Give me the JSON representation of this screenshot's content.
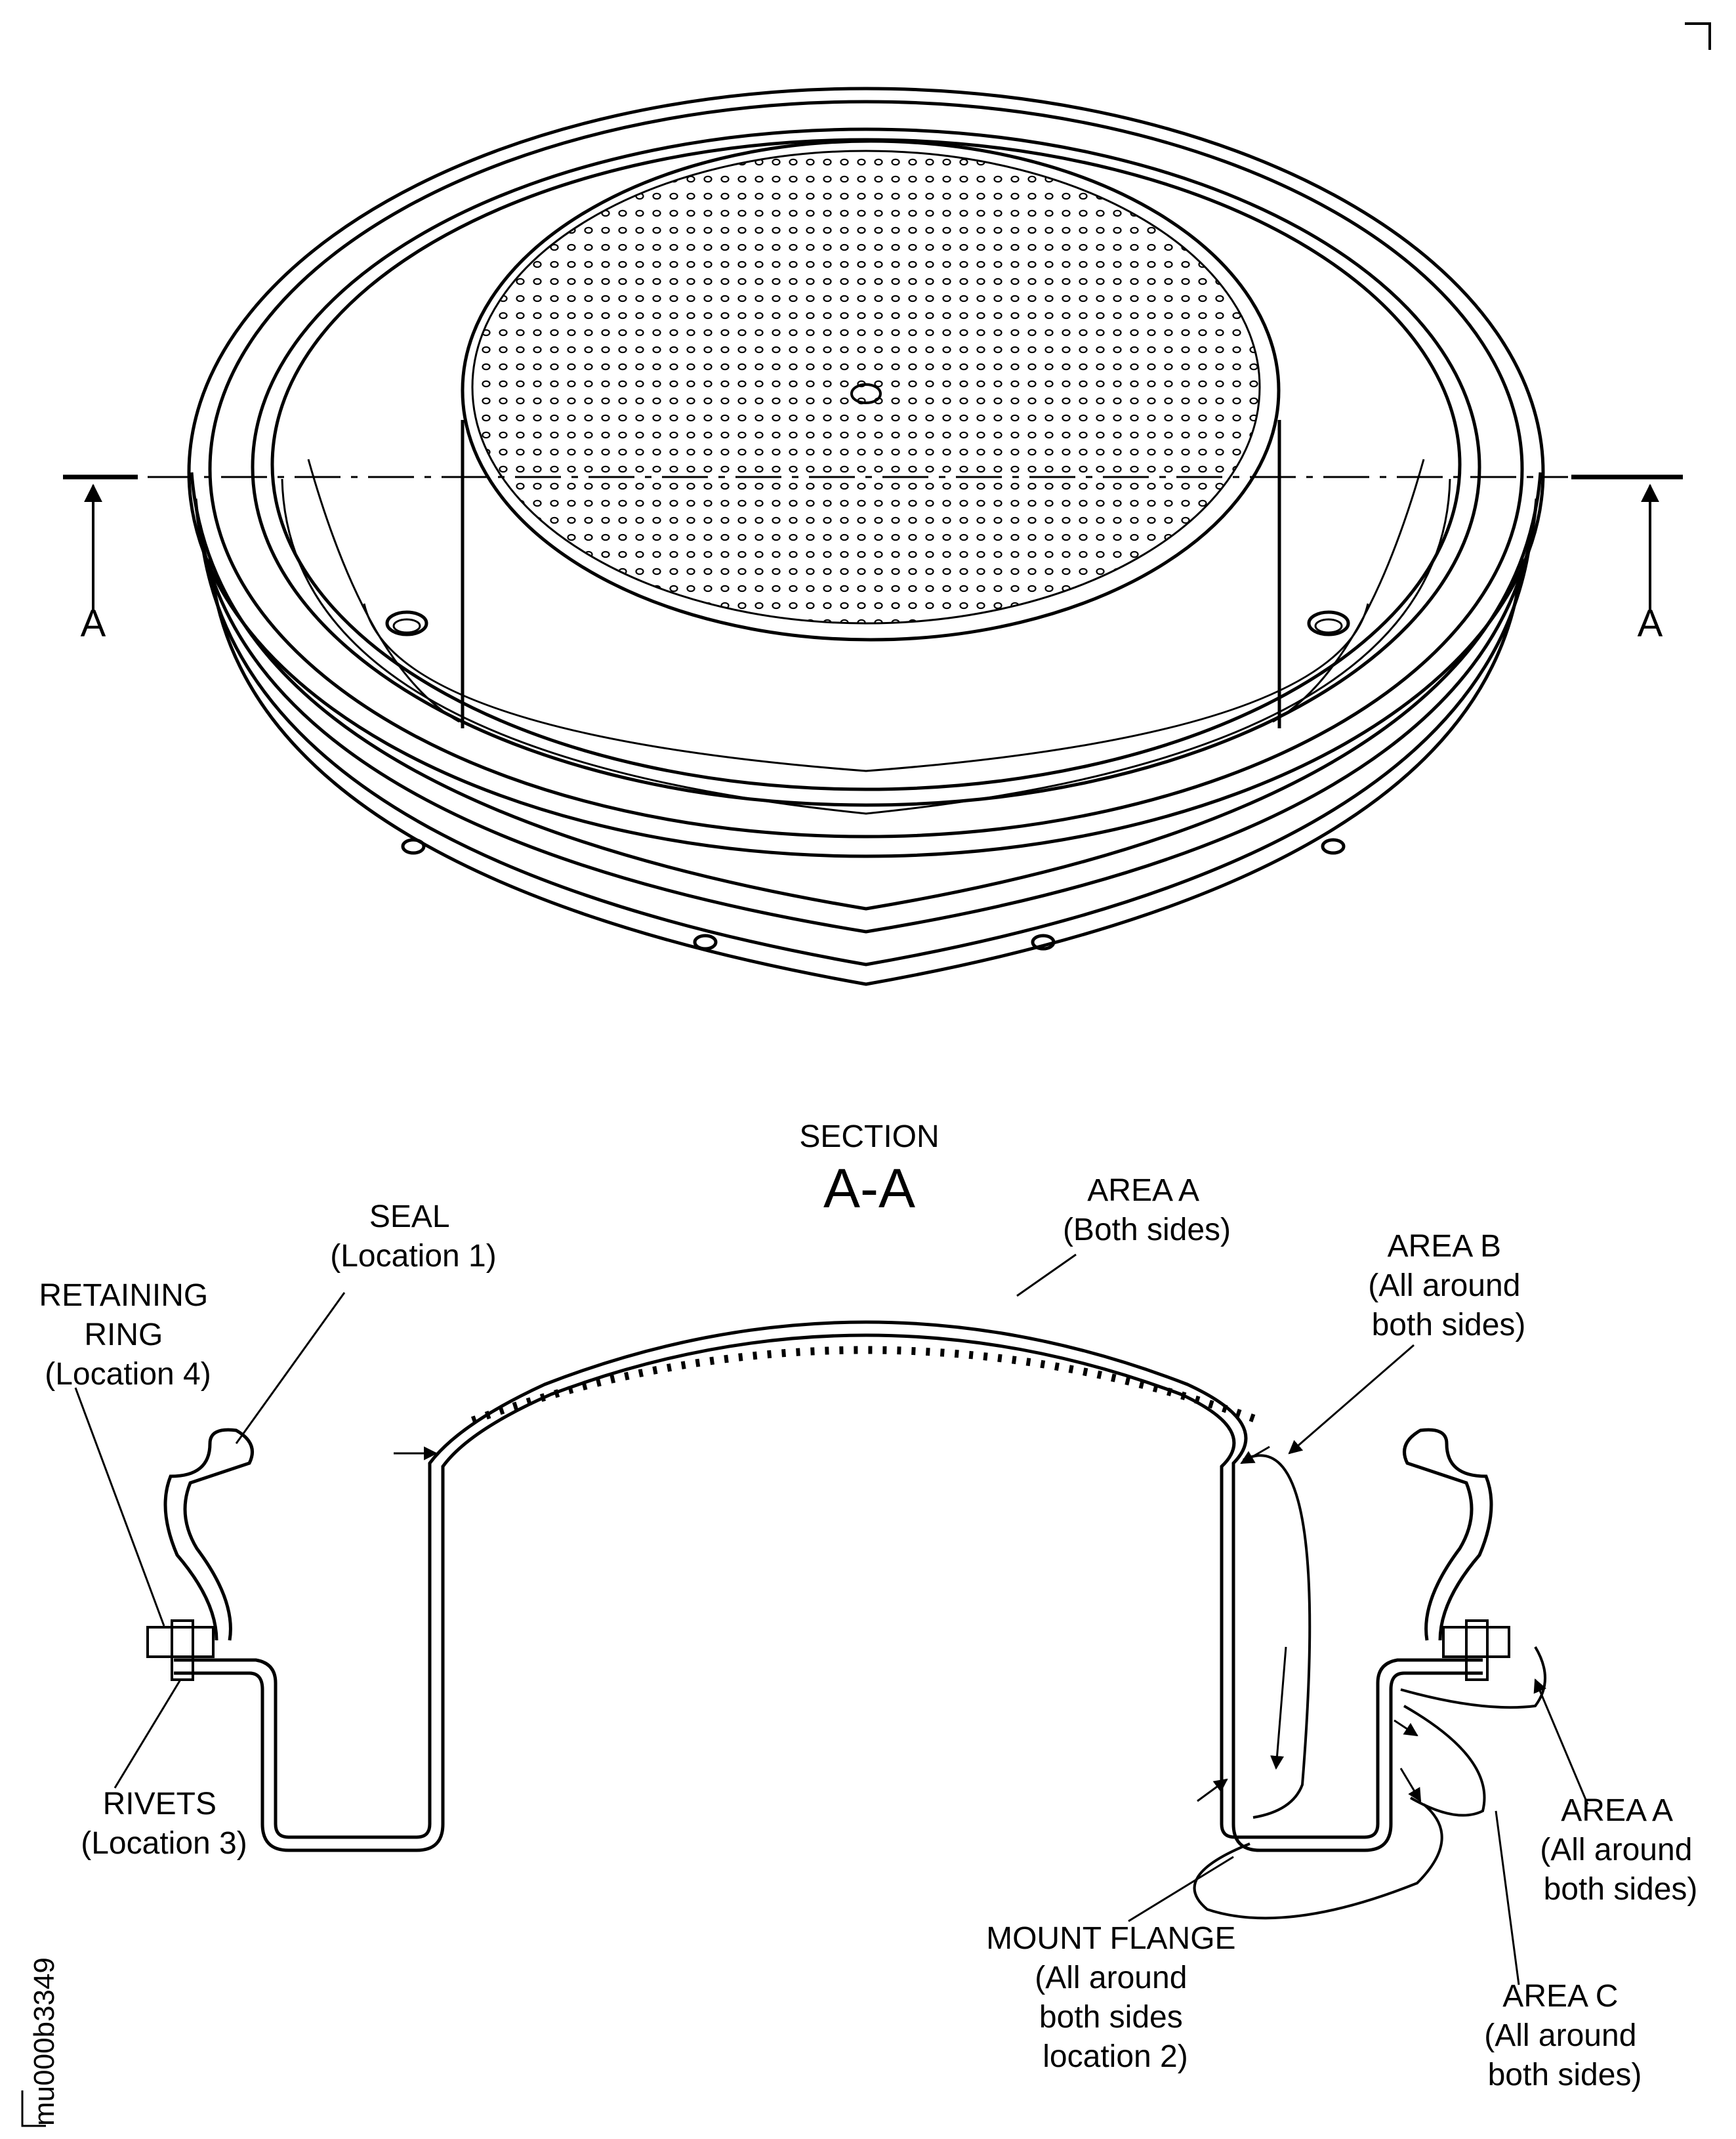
{
  "view_labels": {
    "cut_left": "A",
    "cut_right": "A"
  },
  "section": {
    "word": "SECTION",
    "id": "A-A"
  },
  "callouts": {
    "area_a_top": [
      "AREA A",
      "(Both sides)"
    ],
    "area_b": [
      "AREA B",
      "(All around",
      "both sides)"
    ],
    "seal": [
      "SEAL",
      "(Location 1)"
    ],
    "retaining_ring": [
      "RETAINING",
      "RING",
      "(Location 4)"
    ],
    "rivets": [
      "RIVETS",
      "(Location 3)"
    ],
    "area_a_right": [
      "AREA A",
      "(All around",
      "both sides)"
    ],
    "mount_flange": [
      "MOUNT FLANGE",
      "(All around",
      "both sides",
      "location 2)"
    ],
    "area_c": [
      "AREA C",
      "(All around",
      "both sides)"
    ]
  },
  "figure_id": "mu000b3349",
  "colors": {
    "ink": "#000000",
    "paper": "#ffffff"
  }
}
